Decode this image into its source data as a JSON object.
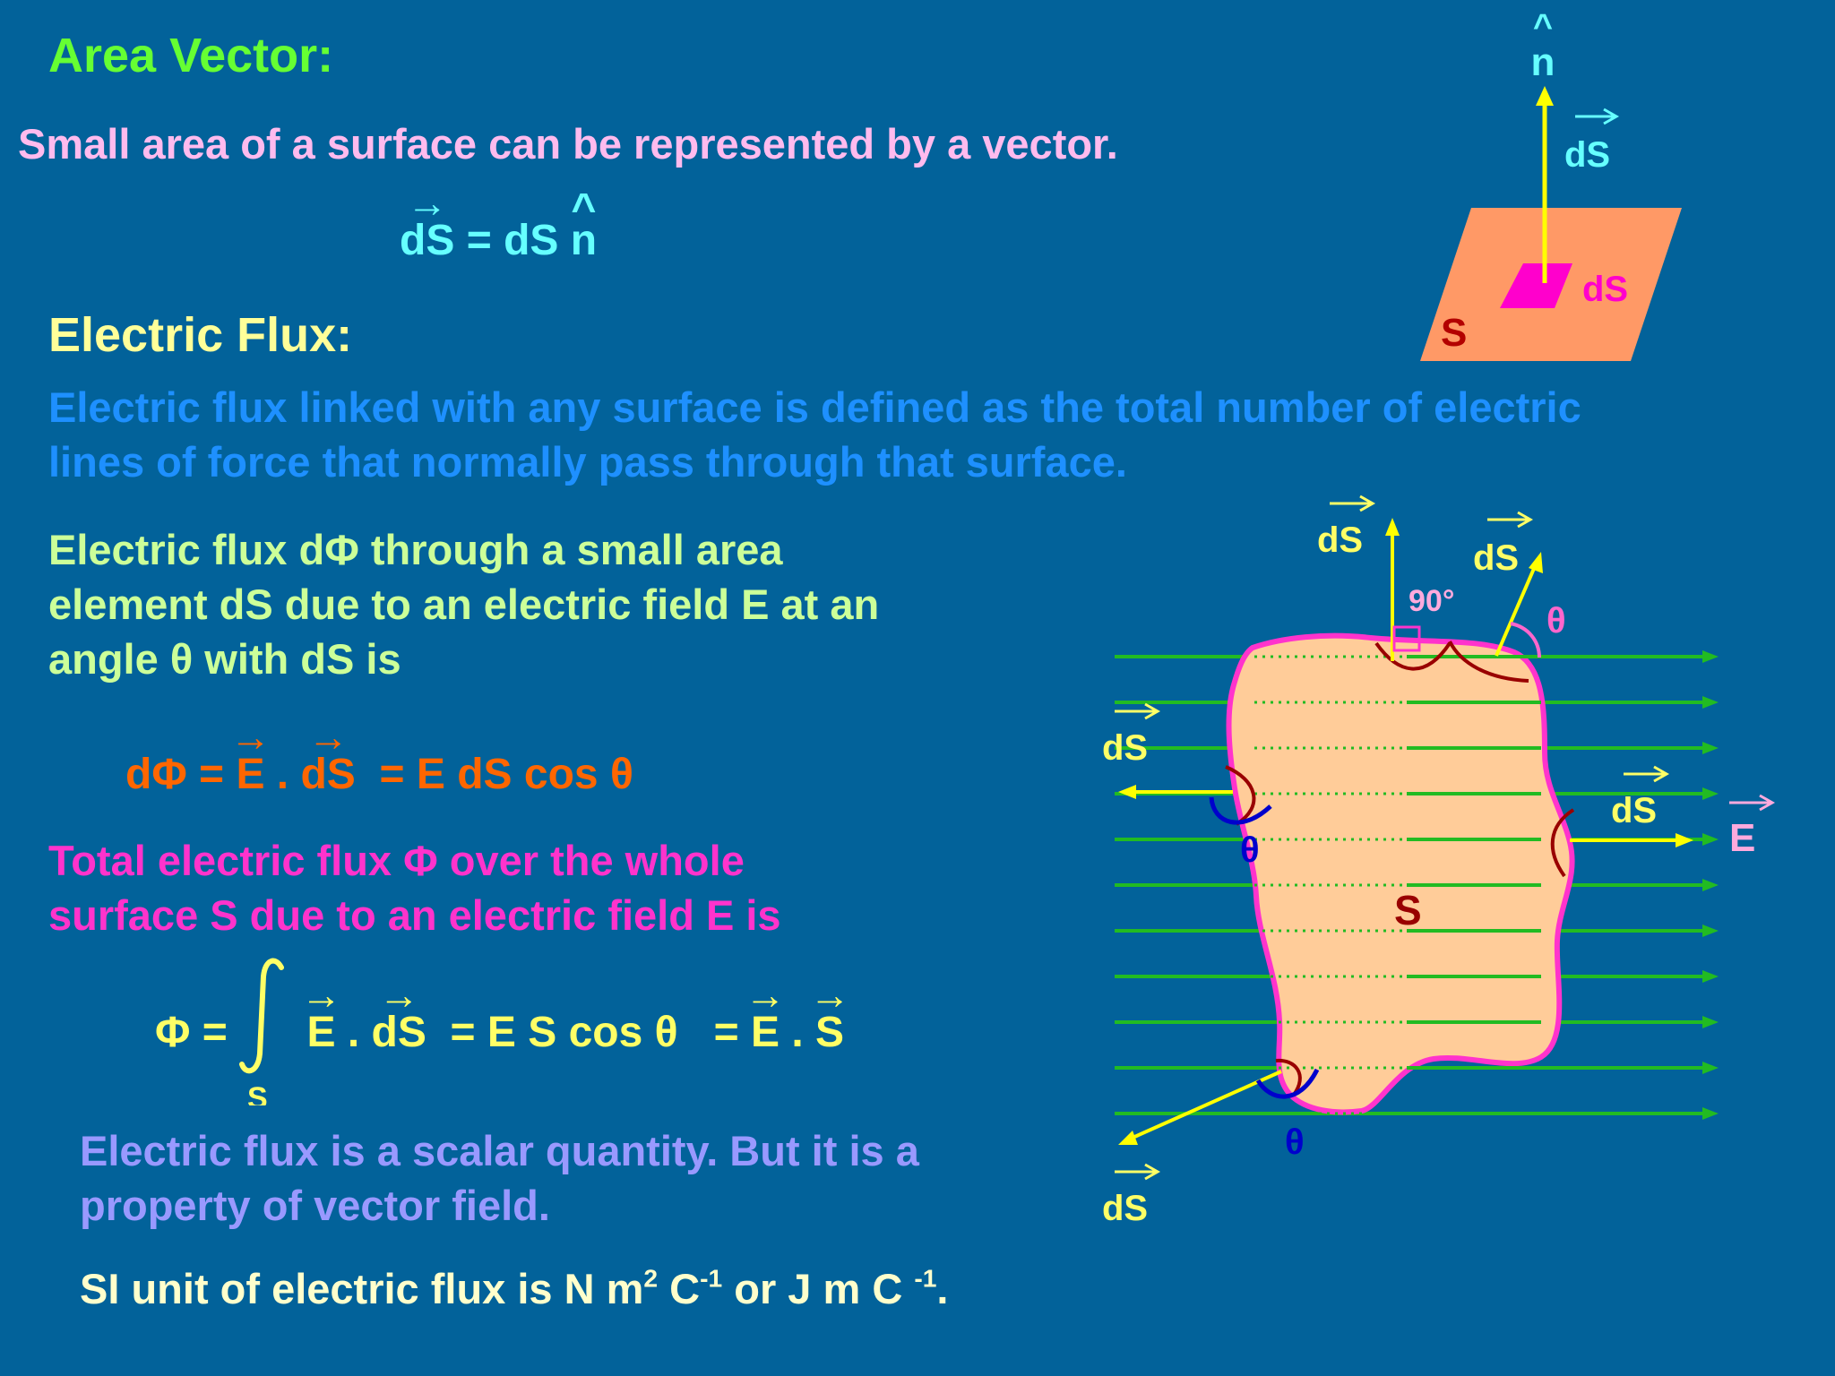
{
  "area_vector": {
    "heading": "Area Vector:",
    "intro": "Small area of a surface can be represented by a vector.",
    "eq_ds": "dS",
    "eq_equals": "=",
    "eq_ds2": "dS",
    "eq_n": "n"
  },
  "electric_flux": {
    "heading": "Electric Flux:",
    "definition_line1": "Electric flux linked with any surface is defined as the total number of electric",
    "definition_line2": "lines of force that normally pass through that surface.",
    "small_area_line1": "Electric flux dΦ through a small area",
    "small_area_line2": "element dS due to an electric field E at an",
    "small_area_line3": "angle θ with dS is",
    "eq1": {
      "lhs": "dΦ =",
      "E": "E",
      "dot": ".",
      "dS": "dS",
      "rhs": "= E  dS cos θ"
    },
    "total_line1": "Total electric flux Φ over the whole",
    "total_line2": "surface S due to an electric field E  is",
    "eq2": {
      "lhs": "Φ =",
      "E": "E",
      "dot": ".",
      "dS": "dS",
      "mid": "= E  S cos θ",
      "eq": "=",
      "E2": "E",
      "dot2": ".",
      "S": "S",
      "sub": "S"
    },
    "scalar_line1": "Electric flux is a scalar quantity.  But it is a",
    "scalar_line2": "property of vector field.",
    "si_unit": {
      "prefix": "SI unit of electric flux is N m",
      "sup1": "2",
      "mid1": " C",
      "sup2": "-1",
      "mid2": " or J m C ",
      "sup3": "-1",
      "suffix": "."
    }
  },
  "diagram_top": {
    "n_label": "n",
    "ds_vec_label": "dS",
    "ds_patch_label": "dS",
    "surface_label": "S"
  },
  "diagram_flux": {
    "ds_top": "dS",
    "angle_90": "90°",
    "ds_top_right": "dS",
    "theta_top": "θ",
    "ds_left": "dS",
    "theta_left": "θ",
    "ds_right": "dS",
    "e_label": "E",
    "surface_label": "S",
    "theta_bottom": "θ",
    "ds_bottom": "dS"
  },
  "colors": {
    "background": "#02629a",
    "green_heading": "#66ff33",
    "pink_text": "#ffbbee",
    "cyan_text": "#66ffff",
    "yellow_heading": "#ffff99",
    "blue_text": "#1e90ff",
    "light_green_text": "#ccff99",
    "orange_text": "#ff6600",
    "magenta_text": "#ff33cc",
    "yellow_text": "#ffff66",
    "lavender_text": "#9999ff",
    "white_text": "#ffffcc"
  }
}
